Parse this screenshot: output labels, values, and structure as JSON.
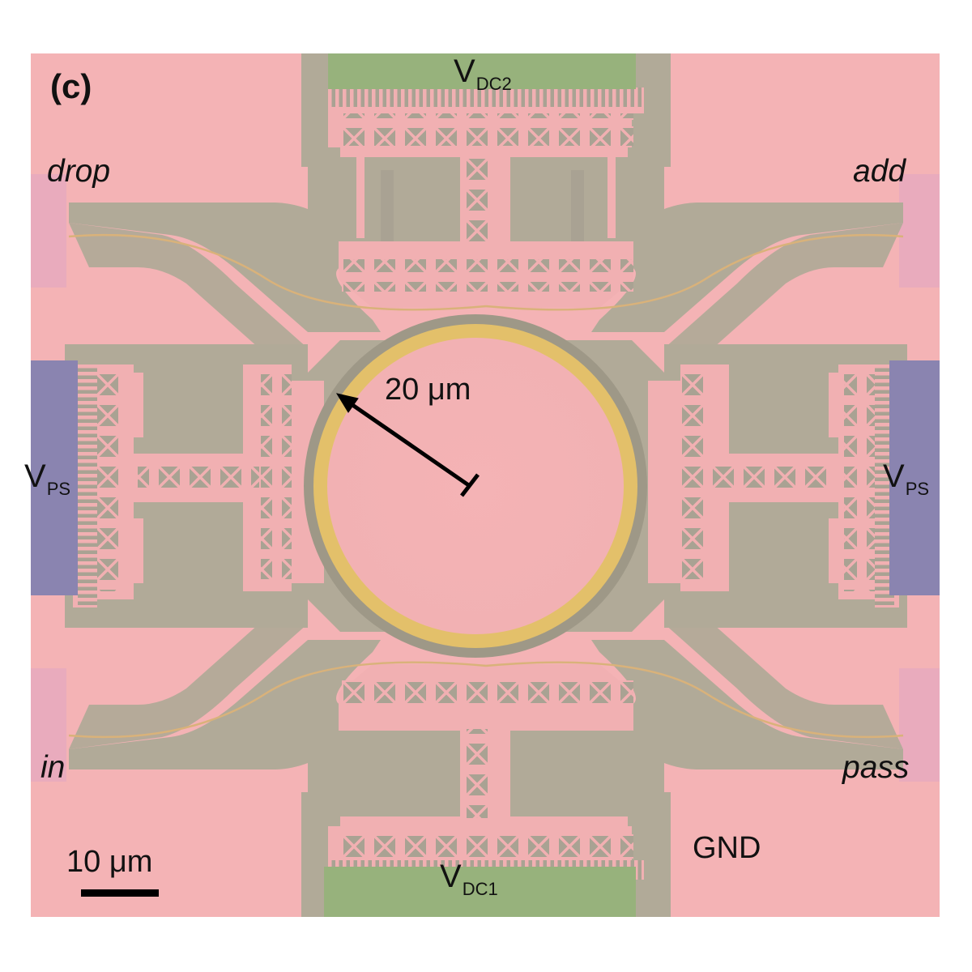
{
  "figure": {
    "panel_label": "(c)",
    "ports": {
      "drop": "drop",
      "add": "add",
      "in": "in",
      "pass": "pass"
    },
    "electrodes": {
      "dc2": {
        "base": "V",
        "sub": "DC2"
      },
      "dc1": {
        "base": "V",
        "sub": "DC1"
      },
      "ps_left": {
        "base": "V",
        "sub": "PS"
      },
      "ps_right": {
        "base": "V",
        "sub": "PS"
      },
      "gnd": "GND"
    },
    "ring_radius_label": "20 μm",
    "scale_bar_label": "10 μm"
  },
  "colors": {
    "background": "#f4b3b5",
    "trench": "#b1aa98",
    "ring": "#e3c06a",
    "pad_green": "#97b27c",
    "pad_blue": "#8a84b0",
    "device_layer": "#f1b0b2",
    "bar": "#000000"
  }
}
